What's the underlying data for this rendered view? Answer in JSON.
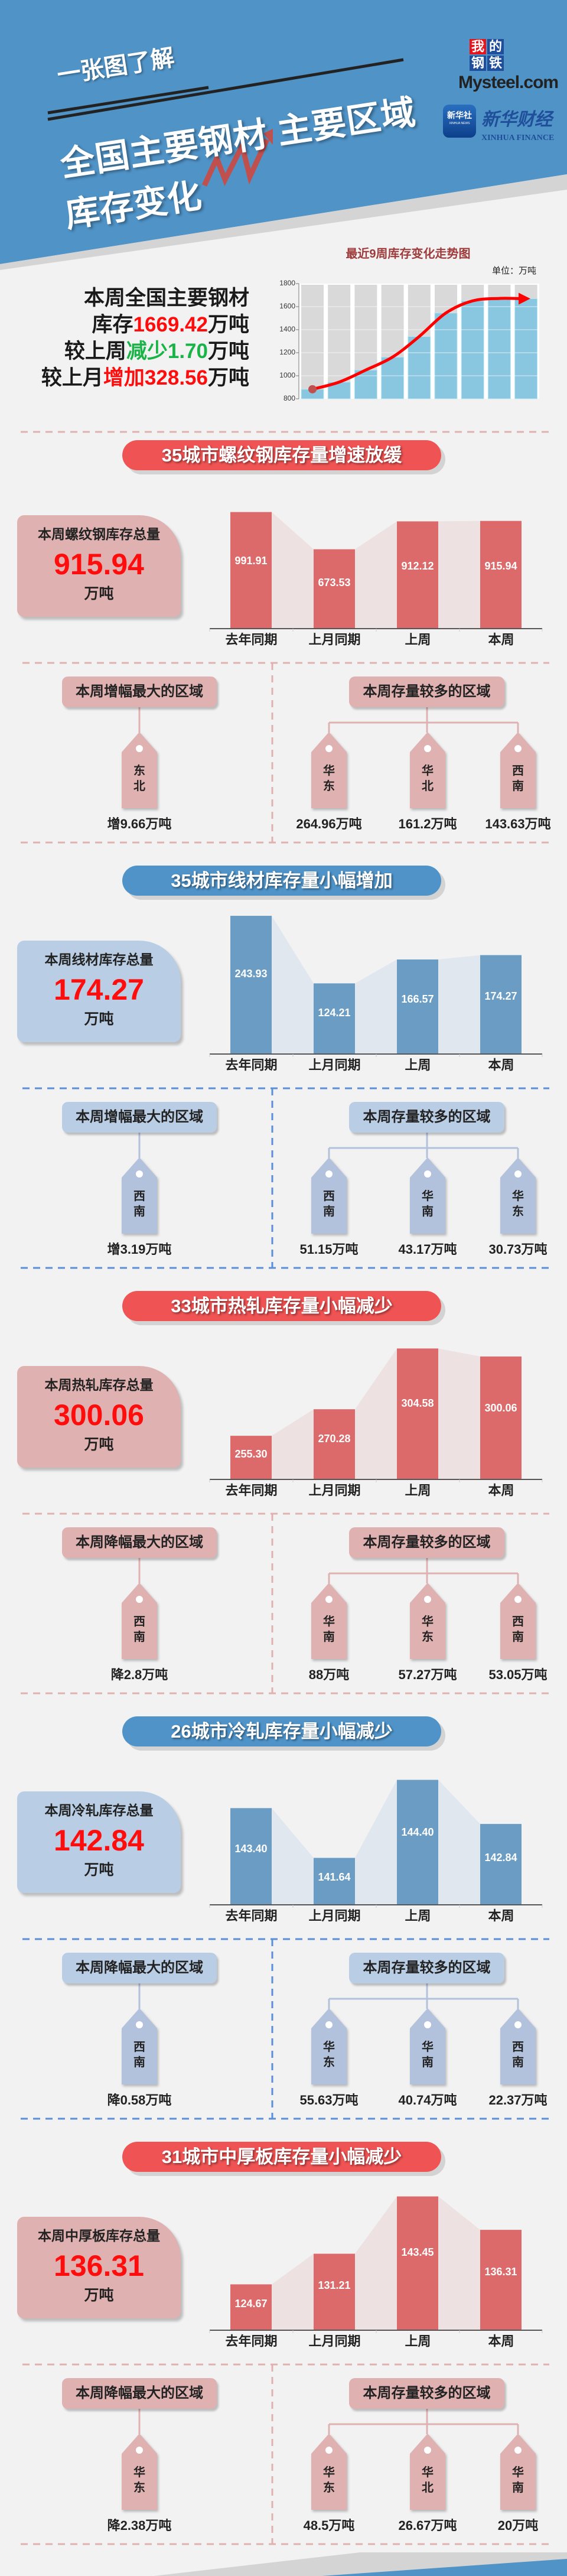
{
  "header": {
    "kicker": "一张图了解",
    "title_line1": "全国主要钢材 主要区域",
    "title_line2": "库存变化",
    "logo_mysteel_chars": [
      "我",
      "的",
      "钢",
      "铁"
    ],
    "logo_mysteel_text": "Mysteel.com",
    "logo_xinhua_icon": "新华社",
    "logo_xinhua_icon_en": "XINHUA NEWS",
    "logo_xinhua_finance": "新华财经",
    "logo_xinhua_finance_en": "XINHUA FINANCE"
  },
  "summary": {
    "line1": "本周全国主要钢材",
    "line2": {
      "prefix": "库存",
      "value": "1669.42",
      "suffix": "万吨"
    },
    "line3": {
      "prefix": "较上周",
      "value": "减少1.70",
      "suffix": "万吨"
    },
    "line4": {
      "prefix": "较上月",
      "value": "增加328.56",
      "suffix": "万吨"
    }
  },
  "themes": {
    "red": {
      "pill": "#ef5353",
      "bar": "#dc6a6a",
      "area": "#ede1e1",
      "light": "#e0b1b1",
      "dash": "#e0b1b1",
      "tag": "#e0b1b1"
    },
    "blue": {
      "pill": "#4f93c8",
      "bar": "#6a9cc4",
      "area": "#e1e7ef",
      "light": "#b9cde5",
      "dash": "#5b8fd8",
      "tag": "#b3c2dc"
    }
  },
  "sections": [
    {
      "theme": "red",
      "title": "35城市螺纹钢库存量增速放缓",
      "box_label": "本周螺纹钢库存总量",
      "box_value": "915.94",
      "box_unit": "万吨",
      "change_label": "本周增幅最大的区域",
      "change_region": "东北",
      "change_value": "增9.66万吨",
      "top_label": "本周存量较多的区域",
      "top_regions": [
        {
          "name": "华东",
          "value": "264.96万吨"
        },
        {
          "name": "华北",
          "value": "161.2万吨"
        },
        {
          "name": "西南",
          "value": "143.63万吨"
        }
      ]
    },
    {
      "theme": "blue",
      "title": "35城市线材库存量小幅增加",
      "box_label": "本周线材库存总量",
      "box_value": "174.27",
      "box_unit": "万吨",
      "change_label": "本周增幅最大的区域",
      "change_region": "西南",
      "change_value": "增3.19万吨",
      "top_label": "本周存量较多的区域",
      "top_regions": [
        {
          "name": "西南",
          "value": "51.15万吨"
        },
        {
          "name": "华南",
          "value": "43.17万吨"
        },
        {
          "name": "华东",
          "value": "30.73万吨"
        }
      ]
    },
    {
      "theme": "red",
      "title": "33城市热轧库存量小幅减少",
      "box_label": "本周热轧库存总量",
      "box_value": "300.06",
      "box_unit": "万吨",
      "change_label": "本周降幅最大的区域",
      "change_region": "西南",
      "change_value": "降2.8万吨",
      "top_label": "本周存量较多的区域",
      "top_regions": [
        {
          "name": "华南",
          "value": "88万吨"
        },
        {
          "name": "华东",
          "value": "57.27万吨"
        },
        {
          "name": "西南",
          "value": "53.05万吨"
        }
      ]
    },
    {
      "theme": "blue",
      "title": "26城市冷轧库存量小幅减少",
      "box_label": "本周冷轧库存总量",
      "box_value": "142.84",
      "box_unit": "万吨",
      "change_label": "本周降幅最大的区域",
      "change_region": "西南",
      "change_value": "降0.58万吨",
      "top_label": "本周存量较多的区域",
      "top_regions": [
        {
          "name": "华东",
          "value": "55.63万吨"
        },
        {
          "name": "华南",
          "value": "40.74万吨"
        },
        {
          "name": "西南",
          "value": "22.37万吨"
        }
      ]
    },
    {
      "theme": "red",
      "title": "31城市中厚板库存量小幅减少",
      "box_label": "本周中厚板库存总量",
      "box_value": "136.31",
      "box_unit": "万吨",
      "change_label": "本周降幅最大的区域",
      "change_region": "华东",
      "change_value": "降2.38万吨",
      "top_label": "本周存量较多的区域",
      "top_regions": [
        {
          "name": "华东",
          "value": "48.5万吨"
        },
        {
          "name": "华北",
          "value": "26.67万吨"
        },
        {
          "name": "华南",
          "value": "20万吨"
        }
      ]
    }
  ],
  "chart_data": [
    {
      "type": "bar",
      "title": "最近9周库存变化走势图",
      "unit": "单位：万吨",
      "values": [
        883,
        945,
        1050,
        1162,
        1340.86,
        1545,
        1650,
        1671.12,
        1669.42
      ],
      "ylim": [
        800,
        1800
      ],
      "yticks": [
        "800",
        "1000",
        "1200",
        "1400",
        "1600",
        "1800"
      ],
      "trend_arrow": "up"
    },
    {
      "type": "bar",
      "categories": [
        "去年同期",
        "上月同期",
        "上周",
        "本周"
      ],
      "labels": [
        "991.91",
        "673.53",
        "912.12",
        "915.94"
      ],
      "values": [
        991.91,
        673.53,
        912.12,
        915.94
      ],
      "ylim": [
        0,
        1177
      ]
    },
    {
      "type": "bar",
      "categories": [
        "去年同期",
        "上月同期",
        "上周",
        "本周"
      ],
      "labels": [
        "243.93",
        "124.21",
        "166.57",
        "174.27"
      ],
      "values": [
        243.93,
        124.21,
        166.57,
        174.27
      ],
      "ylim": [
        0,
        244
      ]
    },
    {
      "type": "bar",
      "categories": [
        "去年同期",
        "上月同期",
        "上周",
        "本周"
      ],
      "labels": [
        "255.30",
        "270.28",
        "304.58",
        "300.06"
      ],
      "values": [
        255.3,
        270.28,
        304.58,
        300.06
      ],
      "ylim": [
        231,
        308.7
      ]
    },
    {
      "type": "bar",
      "categories": [
        "去年同期",
        "上月同期",
        "上周",
        "本周"
      ],
      "labels": [
        "143.40",
        "141.64",
        "144.40",
        "142.84"
      ],
      "values": [
        143.4,
        141.64,
        144.4,
        142.84
      ],
      "ylim": [
        140,
        144.87
      ]
    },
    {
      "type": "bar",
      "categories": [
        "去年同期",
        "上月同期",
        "上周",
        "本周"
      ],
      "labels": [
        "124.67",
        "131.21",
        "143.45",
        "136.31"
      ],
      "values": [
        124.67,
        131.21,
        143.45,
        136.31
      ],
      "ylim": [
        115,
        144.4
      ]
    }
  ]
}
